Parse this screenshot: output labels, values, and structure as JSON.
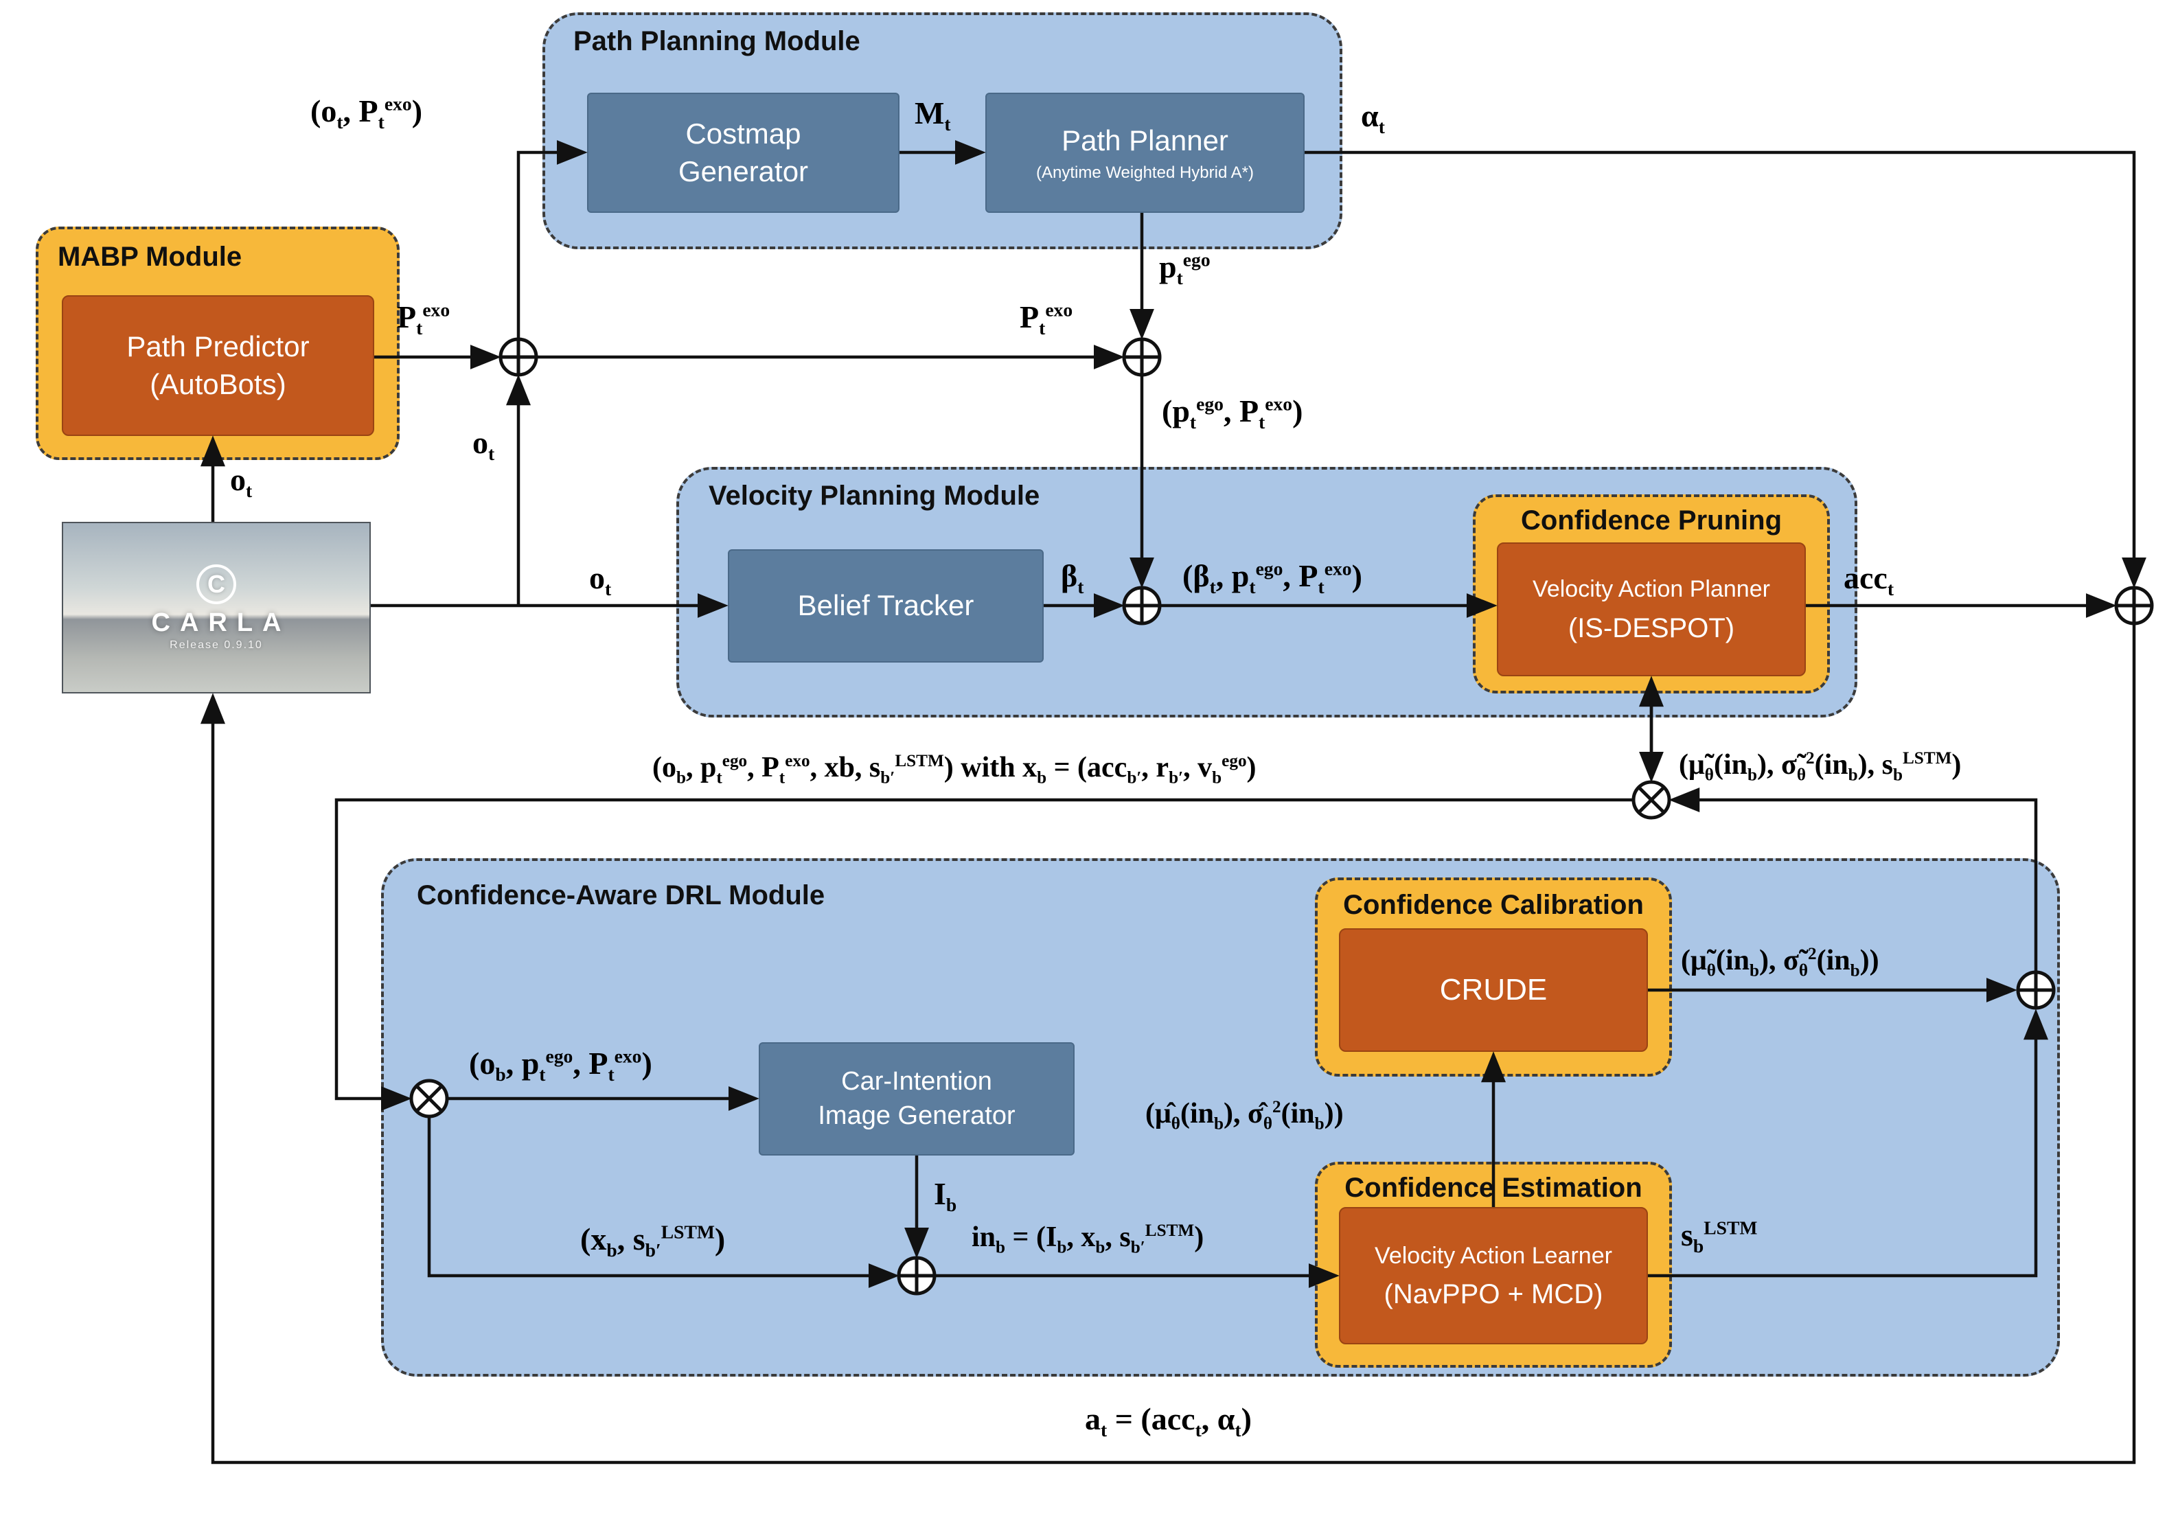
{
  "modules": {
    "path_planning": {
      "title": "Path Planning Module"
    },
    "mabp": {
      "title": "MABP Module"
    },
    "velocity_planning": {
      "title": "Velocity Planning Module"
    },
    "confidence_pruning": {
      "title": "Confidence Pruning"
    },
    "drl": {
      "title": "Confidence-Aware DRL Module"
    },
    "confidence_calibration": {
      "title": "Confidence Calibration"
    },
    "confidence_estimation": {
      "title": "Confidence Estimation"
    }
  },
  "blocks": {
    "costmap_generator": {
      "label": "Costmap\nGenerator"
    },
    "path_planner": {
      "label": "Path Planner",
      "sublabel": "(Anytime Weighted Hybrid A*)"
    },
    "path_predictor": {
      "label": "Path Predictor\n(AutoBots)"
    },
    "belief_tracker": {
      "label": "Belief Tracker"
    },
    "velocity_action_planner": {
      "label": "Velocity Action Planner",
      "sublabel": "(IS-DESPOT)"
    },
    "car_intention_generator": {
      "label": "Car-Intention\nImage Generator"
    },
    "crude": {
      "label": "CRUDE"
    },
    "velocity_action_learner": {
      "label": "Velocity Action Learner",
      "sublabel": "(NavPPO + MCD)"
    }
  },
  "carla": {
    "logo_letter": "C",
    "name": "CARLA",
    "release": "Release 0.9.10"
  },
  "labels": {
    "obs_pred_tuple": "(o_{t}, P_{t}^{exo})",
    "costmap": "M_{t}",
    "steer": "α_{t}",
    "pred_exo_1": "P_{t}^{exo}",
    "obs_branch": "o_{t}",
    "obs_carla": "o_{t}",
    "obs_main": "o_{t}",
    "path_ego": "p_{t}^{ego}",
    "pred_exo_2": "P_{t}^{exo}",
    "ego_exo_tuple": "(p_{t}^{ego}, P_{t}^{exo})",
    "belief": "β_{t}",
    "belief_tuple": "(β_{t}, p_{t}^{ego}, P_{t}^{exo})",
    "accel": "acc_{t}",
    "batch_tuple": "(o_{b}, p_{t}^{ego}, P_{t}^{exo}, xb, s_{b′}^{LSTM}) with x_{b} = (acc_{b′}, r_{b′}, v_{b}^{ego})",
    "drl_out_tuple": "(μ̃_{θ}(in_{b}), σ̃_{θ}^{2}(in_{b}), s_{b}^{LSTM})",
    "drl_in_tuple": "(o_{b}, p_{t}^{ego}, P_{t}^{exo})",
    "intention_image": "I_{b}",
    "state_tuple": "(x_{b}, s_{b′}^{LSTM})",
    "net_input": "in_{b} = (I_{b}, x_{b}, s_{b′}^{LSTM})",
    "raw_moments": "(μ̂_{θ}(in_{b}), σ̂_{θ}^{2}(in_{b}))",
    "calibrated_moments": "(μ̃_{θ}(in_{b}), σ̃_{θ}^{2}(in_{b}))",
    "lstm_state": "s_{b}^{LSTM}",
    "action_eq": "a_{t} = (acc_{t}, α_{t})"
  },
  "colors": {
    "container_blue": "#abc6e6",
    "container_orange": "#f7b83a",
    "box_slate": "#5c7d9e",
    "box_rust": "#c2581d",
    "line": "#111111"
  }
}
